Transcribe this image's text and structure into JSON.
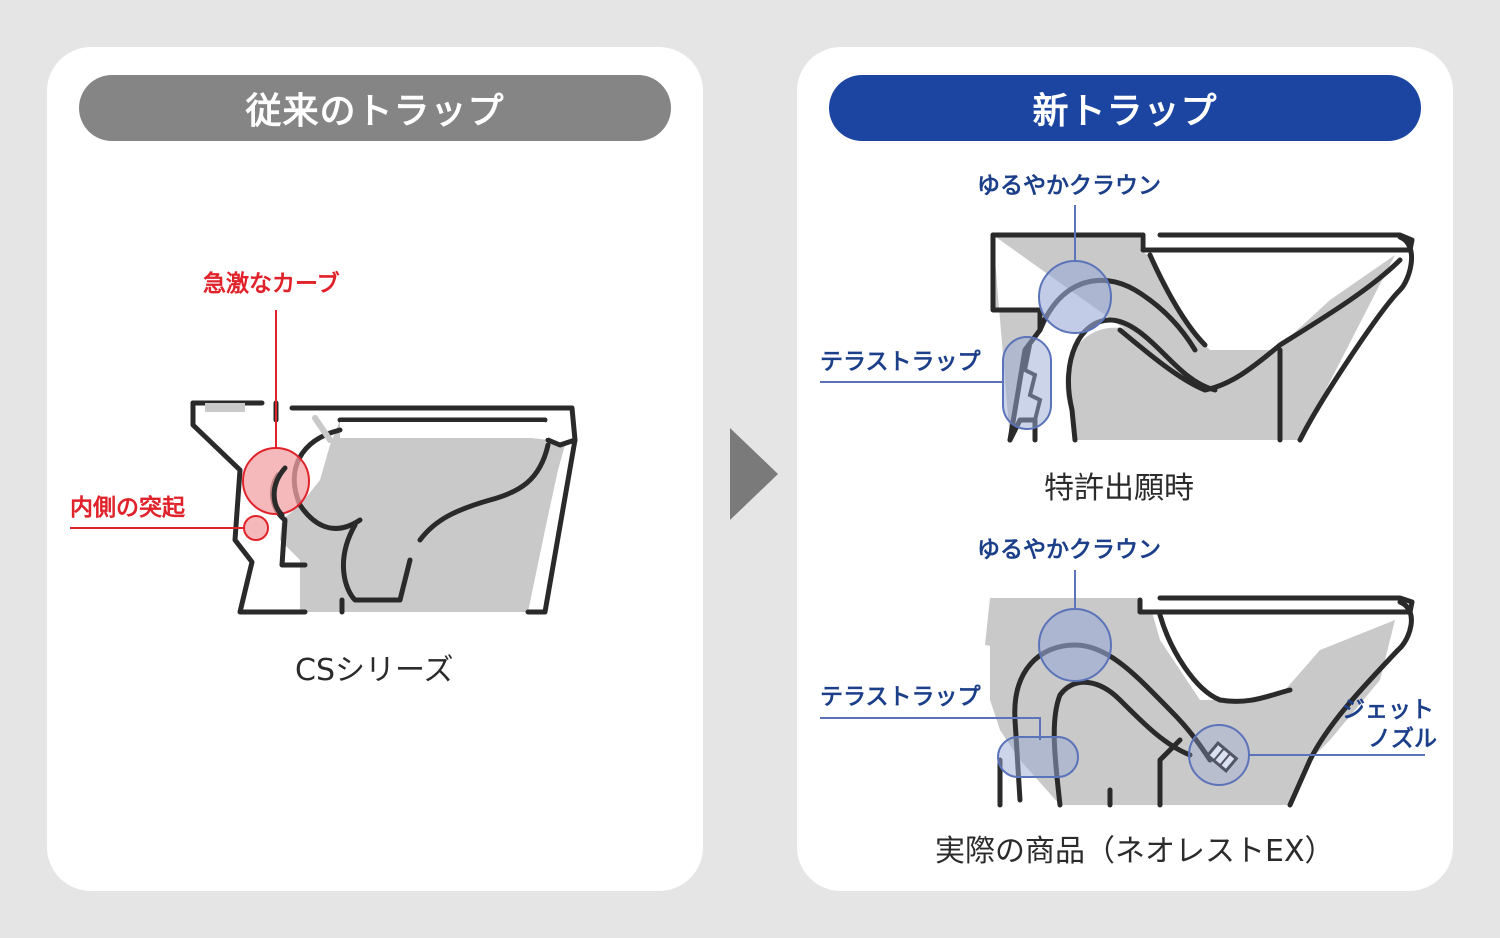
{
  "left": {
    "title": "従来のトラップ",
    "caption": "CSシリーズ",
    "callouts": {
      "sharp_curve": "急激なカーブ",
      "inner_protrusion": "内側の突起"
    }
  },
  "right": {
    "title": "新トラップ",
    "top": {
      "caption": "特許出願時",
      "crown_label": "ゆるやかクラウン",
      "terrace_label": "テラストラップ"
    },
    "bottom": {
      "caption": "実際の商品（ネオレストEX）",
      "crown_label": "ゆるやかクラウン",
      "terrace_label": "テラストラップ",
      "jet_label_line1": "ジェット",
      "jet_label_line2": "ノズル"
    }
  },
  "colors": {
    "background": "#e5e5e5",
    "panel": "#ffffff",
    "old_pill": "#858585",
    "new_pill": "#1b45a0",
    "highlight_red": "#e0222a",
    "highlight_blue": "#1c3f8a",
    "fill_gray": "#c9c9c9",
    "outline": "#2a2a2a"
  },
  "icons": {
    "arrow": "triangle-right-arrow-icon"
  }
}
